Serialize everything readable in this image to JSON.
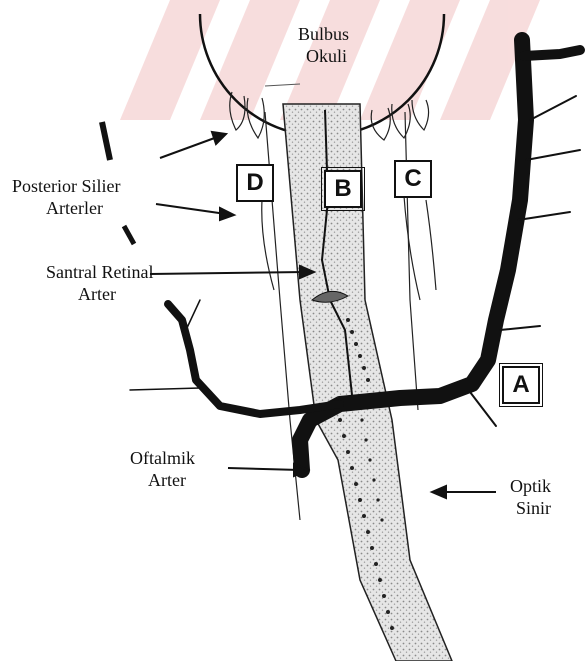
{
  "labels": {
    "bulbus_line1": "Bulbus",
    "bulbus_line2": "Okuli",
    "posterior_line1": "Posterior Silier",
    "posterior_line2": "Arterler",
    "santral_line1": "Santral Retinal",
    "santral_line2": "Arter",
    "oftalmik_line1": "Oftalmik",
    "oftalmik_line2": "Arter",
    "optik_line1": "Optik",
    "optik_line2": "Sinir"
  },
  "boxes": {
    "a": "A",
    "b": "B",
    "c": "C",
    "d": "D"
  },
  "colors": {
    "ink": "#111111",
    "watermark": "#f2c6c6",
    "nerve_fill": "#d8d8d8"
  }
}
